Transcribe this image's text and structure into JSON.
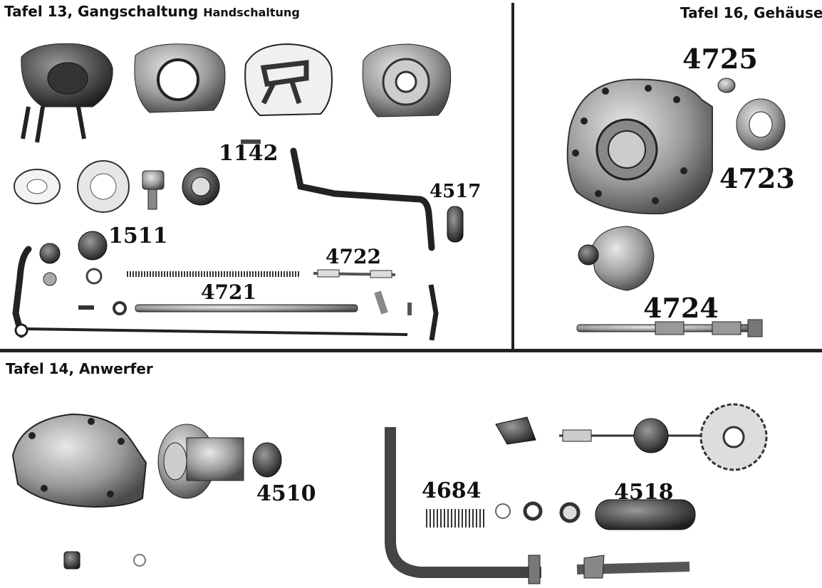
{
  "panels": {
    "tafel13": {
      "title": "Tafel 13, Gangschaltung",
      "subtitle": "Handschaltung",
      "parts": {
        "p1142": "1142",
        "p1511": "1511",
        "p4517": "4517",
        "p4722": "4722",
        "p4721": "4721"
      }
    },
    "tafel16": {
      "title": "Tafel 16, Gehäuse",
      "parts": {
        "p4725": "4725",
        "p4723": "4723",
        "p4724": "4724"
      }
    },
    "tafel14": {
      "title": "Tafel 14, Anwerfer",
      "parts": {
        "p4510": "4510",
        "p4684": "4684",
        "p4518": "4518"
      }
    }
  }
}
